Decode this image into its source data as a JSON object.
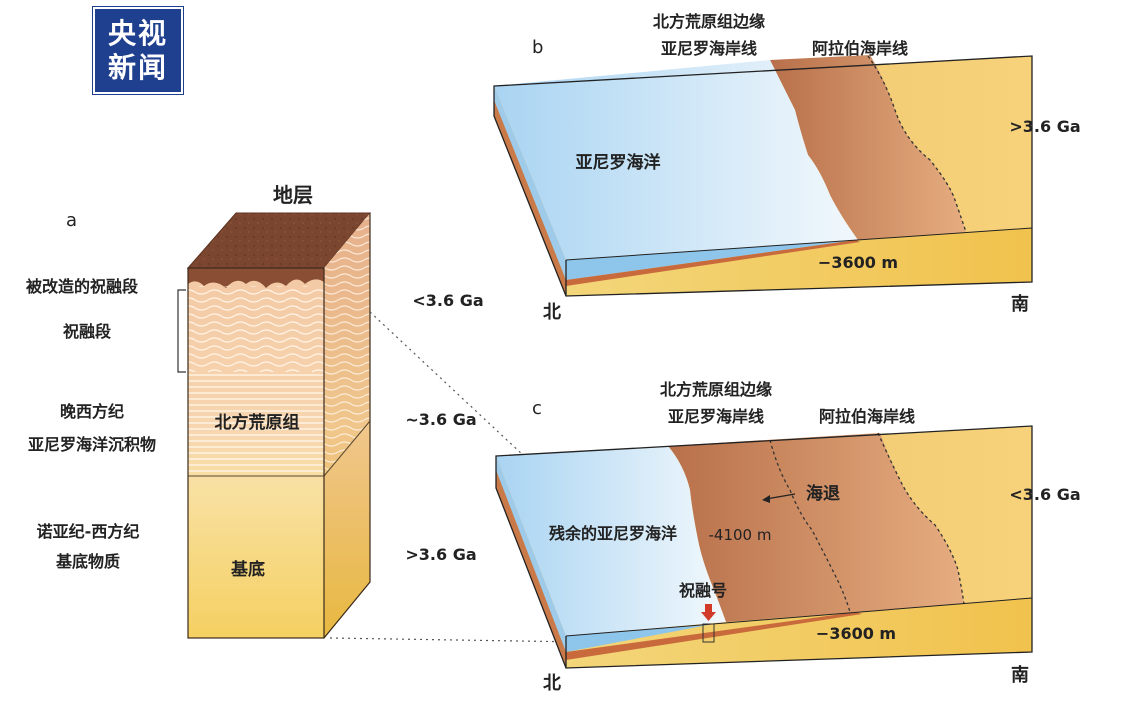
{
  "logo": {
    "line1": "央视",
    "line2": "新闻",
    "color": "#1f3f8f"
  },
  "panel_a": {
    "letter": "a",
    "title": "地层",
    "layers": {
      "top": "被改造的祝融段",
      "zhurong": "祝融段",
      "late_hesperian_1": "晚西方纪",
      "late_hesperian_2": "亚尼罗海洋沉积物",
      "vastitas": "北方荒原组",
      "noachian_1": "诺亚纪-西方纪",
      "noachian_2": "基底物质",
      "basement": "基底"
    },
    "ages": {
      "young": "<3.6 Ga",
      "mid": "~3.6 Ga",
      "old": ">3.6 Ga"
    }
  },
  "panel_b": {
    "letter": "b",
    "vbf_line1": "北方荒原组边缘",
    "vbf_line2": "亚尼罗海岸线",
    "arabia": "阿拉伯海岸线",
    "ocean": "亚尼罗海洋",
    "depth": "−3600 m",
    "age": ">3.6 Ga",
    "north": "北",
    "south": "南"
  },
  "panel_c": {
    "letter": "c",
    "vbf_line1": "北方荒原组边缘",
    "vbf_line2": "亚尼罗海岸线",
    "arabia": "阿拉伯海岸线",
    "ocean": "残余的亚尼罗海洋",
    "depth_deep": "-4100 m",
    "regression": "海退",
    "rover": "祝融号",
    "depth": "−3600 m",
    "age": "<3.6 Ga",
    "north": "北",
    "south": "南"
  },
  "colors": {
    "ocean_light": "#e6f2fb",
    "ocean_dark": "#9dcdef",
    "brown": "#c8825a",
    "sand": "#f5c766",
    "soil": "#7a4630"
  }
}
